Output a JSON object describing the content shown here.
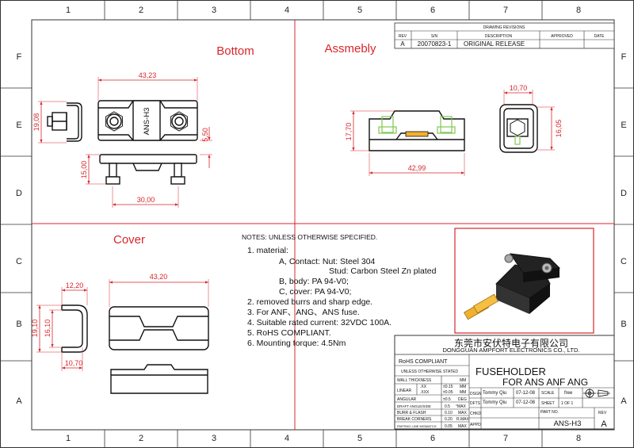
{
  "grid": {
    "columns": [
      "1",
      "2",
      "3",
      "4",
      "5",
      "6",
      "7",
      "8"
    ],
    "rows": [
      "F",
      "E",
      "D",
      "C",
      "B",
      "A"
    ]
  },
  "views": {
    "bottom": "Bottom",
    "assembly": "Assmebly",
    "cover": "Cover"
  },
  "dims": {
    "bottom_width": "43,23",
    "bottom_side_height": "19,08",
    "bottom_thickness": "5,50",
    "bottom_front_height": "15,00",
    "bottom_hole_pitch": "30,00",
    "assembly_width": "42,99",
    "assembly_height": "17,70",
    "assembly_side_width": "10,70",
    "assembly_side_height": "16,05",
    "cover_width": "43,20",
    "cover_side_width": "12,20",
    "cover_side_height_outer": "19,10",
    "cover_side_height_inner": "16,10",
    "cover_side_bottom": "10,70"
  },
  "part_label": "ANS-H3",
  "revisions": {
    "header": "DRAWING  REVISIONS",
    "columns": [
      "REV",
      "S/N",
      "DESCRIPTION",
      "APPROVED",
      "DATE"
    ],
    "rows": [
      [
        "A",
        "20070823-1",
        "ORIGINAL RELEASE",
        "",
        ""
      ]
    ]
  },
  "notes": {
    "heading": "NOTES:  UNLESS  OTHERWISE  SPECIFIED.",
    "lines": [
      "1. material:",
      "A, Contact: Nut: Steel 304",
      "Stud: Carbon Steel Zn plated",
      "B, body: PA  94-V0;",
      "C,  cover: PA  94-V0;",
      "2. removed burrs and sharp edge.",
      "3. For  ANF、ANG、ANS fuse.",
      "4. Suitable rated current: 32VDC 100A.",
      "5. RoHS COMPLIANT.",
      "6. Mounting torque:   4.5Nm"
    ]
  },
  "titleblock": {
    "company_cn": "东莞市安伏特电子有限公司",
    "company_en": "DONGGUAN AMPFORT ELECTRONICS CO., LTD.",
    "rohs": "RoHS COMPLIANT",
    "unless": "UNLESS OTHERWISE STATED",
    "wall_thickness": "WALL THICKNESS",
    "mm": "MM",
    "linear": "LINEAR",
    "xx": ".XX",
    "xxx": ".XXX",
    "tol_xx": "±0.15",
    "tol_xxx": "±0.05",
    "angular": "ANGULAR",
    "tol_ang": "±0.5",
    "deg": "DEG",
    "draft": "DRAFT ANGLE/SIDE",
    "draft_val": "0.5",
    "draft_unit": "°MAX",
    "burr": "BURR & FLASH",
    "burr_val": "0.10",
    "burr_unit": "MAX",
    "corners": "BREAK  CORNERS",
    "corners_val": "0.20",
    "corners_unit": "R.MAX",
    "parting": "PARTING LINE MISMATCH",
    "parting_val": "0.05",
    "parting_unit": "MAX",
    "dsgn": "DSGN",
    "dfts": "DFTS",
    "chkd": "CHKD",
    "appd": "APPD",
    "dsgn_name": "Tommy Qiu",
    "dfts_name": "Tommy Qiu",
    "dsgn_date": "07-12-08",
    "dfts_date": "07-12-08",
    "title_line1": "FUSEHOLDER",
    "title_line2": "FOR  ANS  ANF  ANG",
    "scale_label": "SCALE",
    "scale_val": "free",
    "sheet_label": "SHEET",
    "sheet_val": "1  OF  1",
    "partno_label": "PART NO.",
    "rev_label": "REV",
    "rev_val": "A",
    "partno": "ANS-H3"
  },
  "colors": {
    "dimension": "#d8262b",
    "photo_border": "#d8262b",
    "fuse": "#f0b030",
    "green_accent": "#7ec850"
  }
}
